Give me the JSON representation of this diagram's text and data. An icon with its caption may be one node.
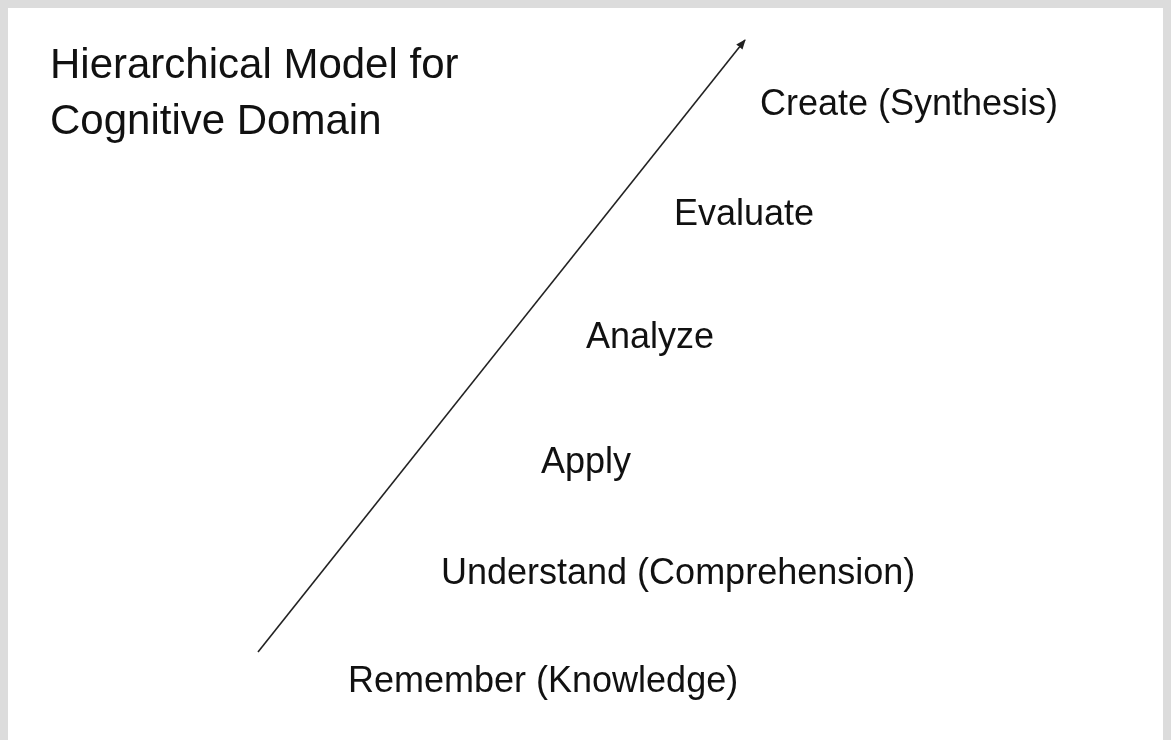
{
  "diagram": {
    "title": "Hierarchical Model for Cognitive Domain",
    "labels": [
      "Create (Synthesis)",
      "Evaluate",
      "Analyze",
      "Apply",
      "Understand (Comprehension)",
      "Remember (Knowledge)"
    ]
  }
}
